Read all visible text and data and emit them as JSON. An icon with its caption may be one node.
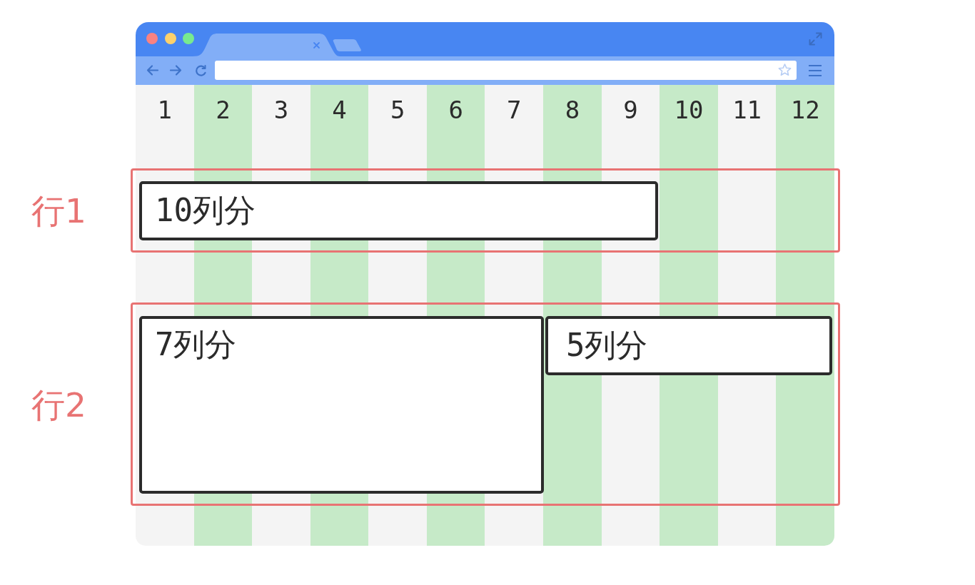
{
  "diagram": {
    "nodes": [
      {
        "text": [
          "行1"
        ]
      },
      {
        "text": [
          "10列分"
        ],
        "in": 0
      },
      {
        "text": [
          "行2"
        ]
      },
      {
        "text": [
          "7列分"
        ],
        "in": 2
      },
      {
        "text": [
          "5列分"
        ],
        "in": 2
      }
    ],
    "labels": [
      "1",
      "2",
      "3",
      "4",
      "5",
      "6",
      "7",
      "8",
      "9",
      "10",
      "11",
      "12"
    ]
  }
}
